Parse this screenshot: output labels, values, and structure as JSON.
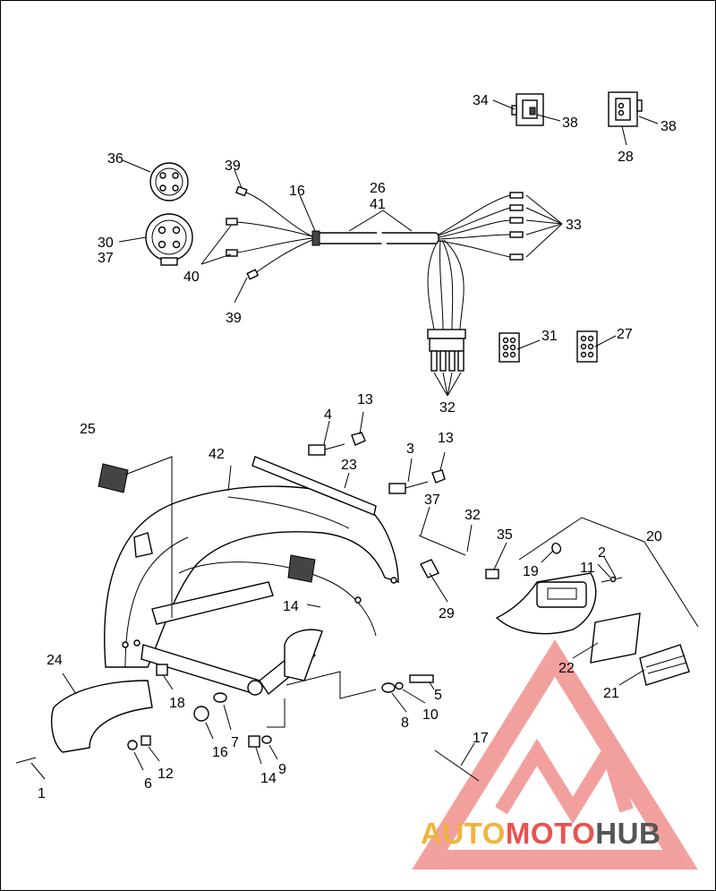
{
  "diagram": {
    "callouts": {
      "c1": "1",
      "c2": "2",
      "c3": "3",
      "c4": "4",
      "c5": "5",
      "c6": "6",
      "c7": "7",
      "c8": "8",
      "c9": "9",
      "c10": "10",
      "c11": "11",
      "c12": "12",
      "c13a": "13",
      "c13b": "13",
      "c14a": "14",
      "c14b": "14",
      "c16a": "16",
      "c16b": "16",
      "c17": "17",
      "c18": "18",
      "c19": "19",
      "c20": "20",
      "c21": "21",
      "c22": "22",
      "c23": "23",
      "c24": "24",
      "c25": "25",
      "c26": "26",
      "c27": "27",
      "c28": "28",
      "c29": "29",
      "c30": "30",
      "c31": "31",
      "c32a": "32",
      "c32b": "32",
      "c33": "33",
      "c34": "34",
      "c35": "35",
      "c36": "36",
      "c37a": "37",
      "c37b": "37",
      "c38a": "38",
      "c38b": "38",
      "c39a": "39",
      "c39b": "39",
      "c40": "40",
      "c41": "41",
      "c42": "42"
    }
  },
  "watermark": {
    "part1": "AUTO",
    "part2": "MOTO",
    "part3": "HUB",
    "colors": {
      "auto": "#f2b33d",
      "moto": "#e9534f",
      "hub": "#555555",
      "triangle": "#e9534f"
    }
  }
}
